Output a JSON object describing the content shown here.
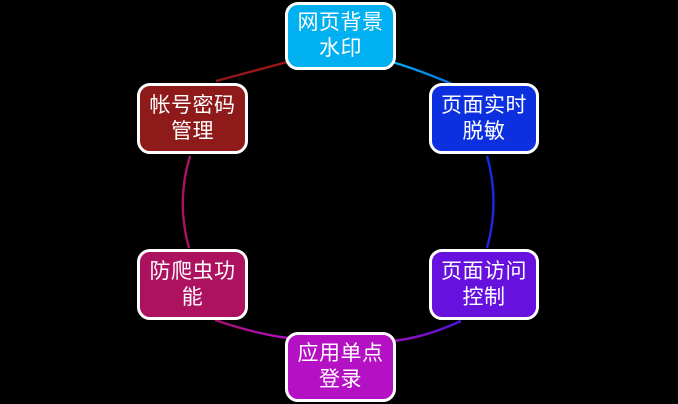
{
  "diagram": {
    "type": "cycle",
    "background_color": "#000000",
    "node_border_color": "#FFFFFF",
    "node_text_color": "#FFFFFF",
    "nodes": [
      {
        "id": "watermark",
        "label": "网页背景\n水印",
        "position": "top",
        "color": "#00B0F0"
      },
      {
        "id": "masking",
        "label": "页面实时\n脱敏",
        "position": "top-right",
        "color": "#0C30E0"
      },
      {
        "id": "access-control",
        "label": "页面访问\n控制",
        "position": "bottom-right",
        "color": "#6711DF"
      },
      {
        "id": "sso",
        "label": "应用单点\n登录",
        "position": "bottom",
        "color": "#B511C4"
      },
      {
        "id": "anti-crawler",
        "label": "防爬虫功\n能",
        "position": "bottom-left",
        "color": "#AD1261"
      },
      {
        "id": "account",
        "label": "帐号密码\n管理",
        "position": "top-left",
        "color": "#8E1A1A"
      }
    ],
    "connectors": [
      {
        "from": "account",
        "to": "watermark",
        "from_color": "#8E1A1A",
        "to_color": "#00B0F0"
      },
      {
        "from": "watermark",
        "to": "masking",
        "from_color": "#00B0F0",
        "to_color": "#0C30E0"
      },
      {
        "from": "masking",
        "to": "access-control",
        "from_color": "#0C30E0",
        "to_color": "#6711DF"
      },
      {
        "from": "access-control",
        "to": "sso",
        "from_color": "#6711DF",
        "to_color": "#B511C4"
      },
      {
        "from": "sso",
        "to": "anti-crawler",
        "from_color": "#B511C4",
        "to_color": "#AD1261"
      },
      {
        "from": "anti-crawler",
        "to": "account",
        "from_color": "#AD1261",
        "to_color": "#8E1A1A"
      }
    ]
  }
}
